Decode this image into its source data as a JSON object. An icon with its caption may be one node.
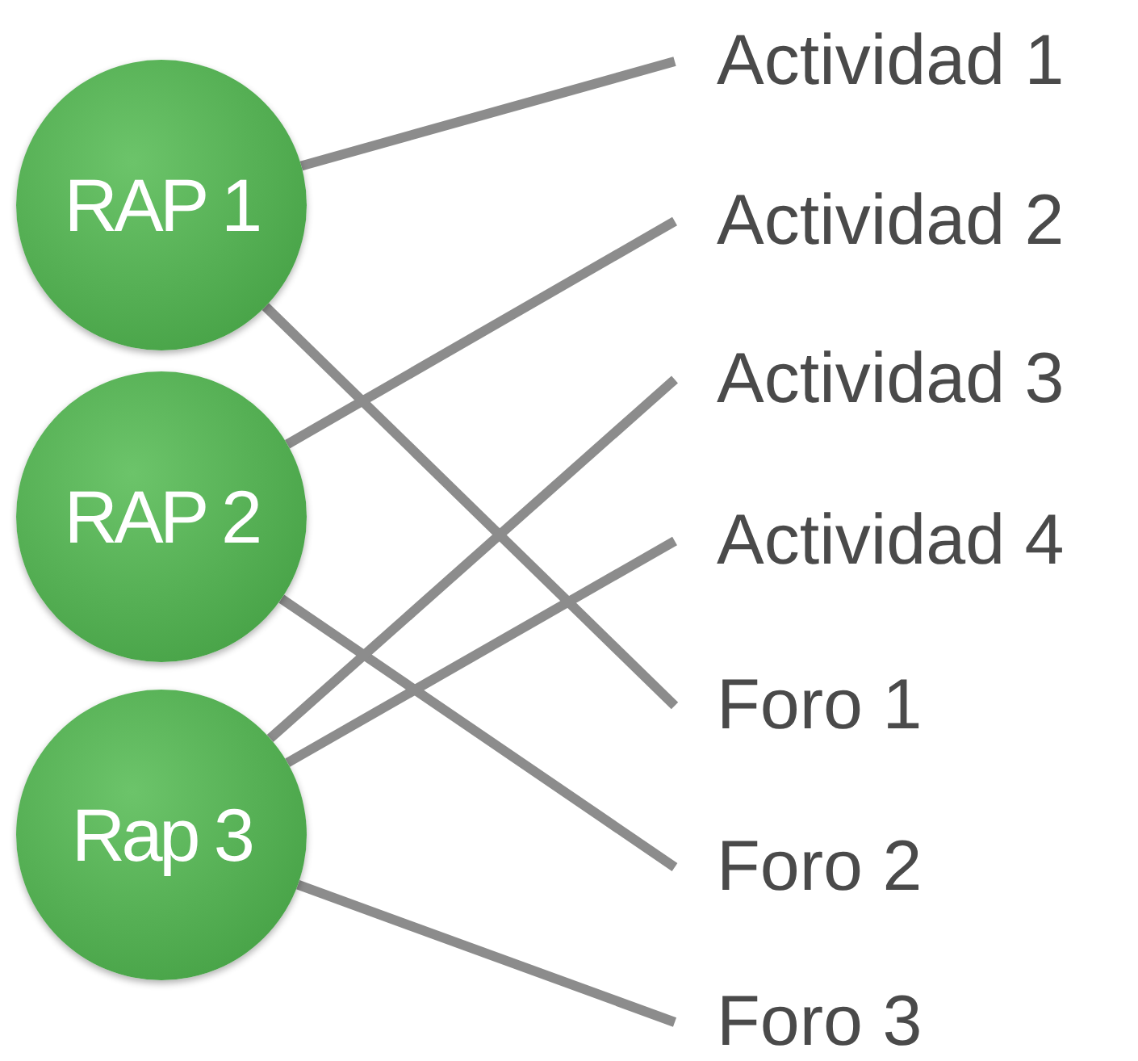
{
  "diagram": {
    "nodes": [
      {
        "text": [
          "RAP 1"
        ]
      },
      {
        "text": [
          "RAP 2"
        ]
      },
      {
        "text": [
          "Rap 3"
        ]
      },
      {
        "text": [
          "Actividad 1"
        ]
      },
      {
        "text": [
          "Actividad 2"
        ]
      },
      {
        "text": [
          "Actividad 3"
        ]
      },
      {
        "text": [
          "Actividad 4"
        ]
      },
      {
        "text": [
          "Foro 1"
        ]
      },
      {
        "text": [
          "Foro 2"
        ]
      },
      {
        "text": [
          "Foro 3"
        ]
      }
    ],
    "edges": [
      {
        "from": 0,
        "to": 3,
        "arrow": "none"
      },
      {
        "from": 0,
        "to": 7,
        "arrow": "none"
      },
      {
        "from": 1,
        "to": 4,
        "arrow": "none"
      },
      {
        "from": 1,
        "to": 8,
        "arrow": "none"
      },
      {
        "from": 2,
        "to": 5,
        "arrow": "none"
      },
      {
        "from": 2,
        "to": 6,
        "arrow": "none"
      },
      {
        "from": 2,
        "to": 9,
        "arrow": "none"
      }
    ]
  }
}
